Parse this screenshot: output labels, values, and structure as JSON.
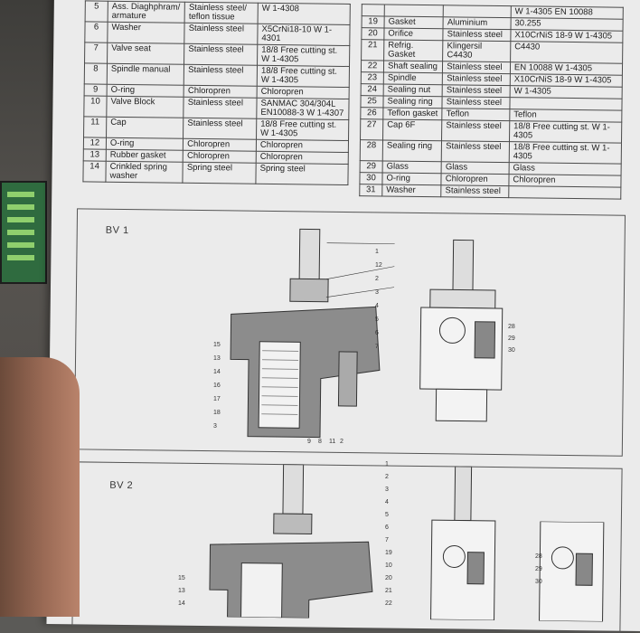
{
  "left_table": {
    "rows": [
      {
        "num": "5",
        "part": "Ass. Diaghphram/ armature",
        "material": "Stainless steel/ teflon tissue",
        "spec": "W 1-4308"
      },
      {
        "num": "6",
        "part": "Washer",
        "material": "Stainless steel",
        "spec": "X5CrNi18-10 W 1-4301"
      },
      {
        "num": "7",
        "part": "Valve seat",
        "material": "Stainless steel",
        "spec": "18/8 Free cutting st. W 1-4305"
      },
      {
        "num": "8",
        "part": "Spindle manual",
        "material": "Stainless steel",
        "spec": "18/8 Free cutting st. W 1-4305"
      },
      {
        "num": "9",
        "part": "O-ring",
        "material": "Chloropren",
        "spec": "Chloropren"
      },
      {
        "num": "10",
        "part": "Valve Block",
        "material": "Stainless steel",
        "spec": "SANMAC 304/304L EN10088-3 W 1-4307"
      },
      {
        "num": "11",
        "part": "Cap",
        "material": "Stainless steel",
        "spec": "18/8 Free cutting st. W 1-4305"
      },
      {
        "num": "12",
        "part": "O-ring",
        "material": "Chloropren",
        "spec": "Chloropren"
      },
      {
        "num": "13",
        "part": "Rubber gasket",
        "material": "Chloropren",
        "spec": "Chloropren"
      },
      {
        "num": "14",
        "part": "Crinkled spring washer",
        "material": "Spring steel",
        "spec": "Spring steel"
      }
    ]
  },
  "right_table": {
    "rows": [
      {
        "num": "",
        "part": "",
        "material": "",
        "spec": "W 1-4305 EN 10088"
      },
      {
        "num": "19",
        "part": "Gasket",
        "material": "Aluminium",
        "spec": "30.255"
      },
      {
        "num": "20",
        "part": "Orifice",
        "material": "Stainless steel",
        "spec": "X10CrNiS 18-9 W 1-4305"
      },
      {
        "num": "21",
        "part": "Refrig. Gasket",
        "material": "Klingersil C4430",
        "spec": "C4430"
      },
      {
        "num": "22",
        "part": "Shaft sealing",
        "material": "Stainless steel",
        "spec": "EN 10088 W 1-4305"
      },
      {
        "num": "23",
        "part": "Spindle",
        "material": "Stainless steel",
        "spec": "X10CrNiS 18-9 W 1-4305"
      },
      {
        "num": "24",
        "part": "Sealing nut",
        "material": "Stainless steel",
        "spec": "W 1-4305"
      },
      {
        "num": "25",
        "part": "Sealing ring",
        "material": "Stainless steel",
        "spec": ""
      },
      {
        "num": "26",
        "part": "Teflon gasket",
        "material": "Teflon",
        "spec": "Teflon"
      },
      {
        "num": "27",
        "part": "Cap 6F",
        "material": "Stainless steel",
        "spec": "18/8 Free cutting st. W 1-4305"
      },
      {
        "num": "28",
        "part": "Sealing ring",
        "material": "Stainless steel",
        "spec": "18/8 Free cutting st. W 1-4305"
      },
      {
        "num": "29",
        "part": "Glass",
        "material": "Glass",
        "spec": "Glass"
      },
      {
        "num": "30",
        "part": "O-ring",
        "material": "Chloropren",
        "spec": "Chloropren"
      },
      {
        "num": "31",
        "part": "Washer",
        "material": "Stainless steel",
        "spec": ""
      }
    ]
  },
  "drawings": {
    "bv1_label": "BV 1",
    "bv2_label": "BV 2",
    "bv1_callouts_right": [
      "1",
      "12",
      "2",
      "3",
      "4",
      "5",
      "6",
      "7"
    ],
    "bv1_callouts_left": [
      "15",
      "13",
      "14",
      "16",
      "17",
      "18",
      "3"
    ],
    "bv1_callouts_bottom": [
      "9",
      "8",
      "11",
      "2"
    ],
    "side_callouts": [
      "28",
      "29",
      "30"
    ],
    "bv2_callouts_right": [
      "1",
      "2",
      "3",
      "4",
      "5",
      "6",
      "7",
      "19",
      "10",
      "20",
      "21",
      "22"
    ],
    "bv2_callouts_left": [
      "15",
      "13",
      "14"
    ],
    "bv2_side_callouts": [
      "28",
      "29",
      "30"
    ]
  }
}
